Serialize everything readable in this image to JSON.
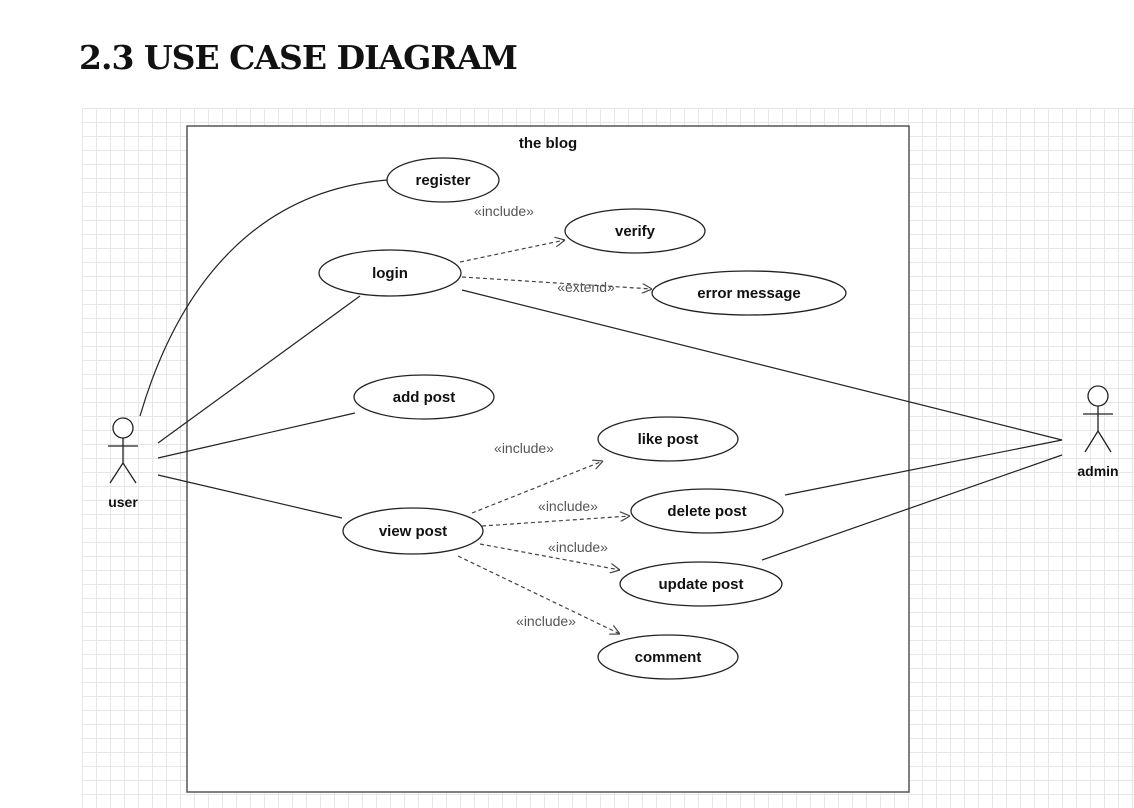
{
  "heading": "2.3 USE CASE DIAGRAM",
  "system": {
    "title": "the blog"
  },
  "actors": {
    "user": "user",
    "admin": "admin"
  },
  "use_cases": {
    "register": "register",
    "login": "login",
    "verify": "verify",
    "error_message": "error message",
    "add_post": "add post",
    "like_post": "like post",
    "view_post": "view post",
    "delete_post": "delete post",
    "update_post": "update post",
    "comment": "comment"
  },
  "relations": {
    "login_verify": "«include»",
    "login_error": "«extend»",
    "view_like": "«include»",
    "view_delete": "«include»",
    "view_update": "«include»",
    "view_comment": "«include»"
  },
  "colors": {
    "line": "#222222",
    "dashed": "#444444",
    "grid": "#e7e7e7"
  }
}
